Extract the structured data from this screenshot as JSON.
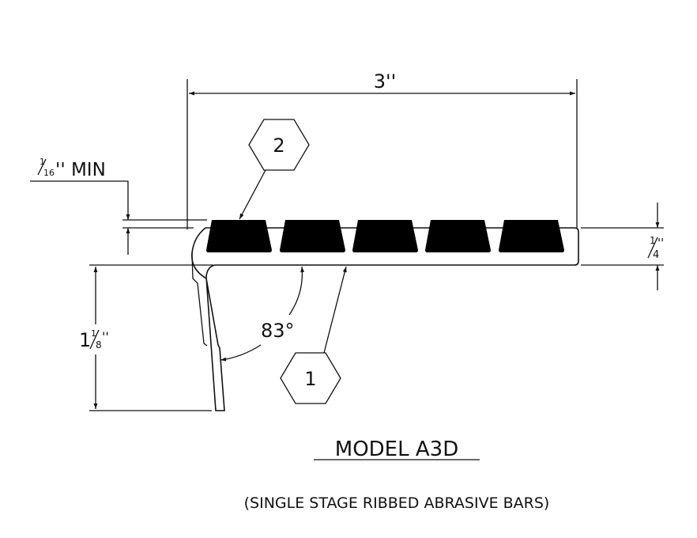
{
  "drawing": {
    "width_dim": "3''",
    "min_gap_dim": {
      "num": "1",
      "den": "16",
      "suffix": "'' MIN"
    },
    "thickness_dim": {
      "num": "1",
      "den": "4",
      "suffix": "''"
    },
    "nose_height_dim": {
      "whole": "1",
      "num": "1",
      "den": "8",
      "suffix": "''"
    },
    "angle": "83°",
    "callout_1": "1",
    "callout_2": "2",
    "bar_count": 5
  },
  "title": "MODEL A3D",
  "subtitle": "(SINGLE STAGE RIBBED ABRASIVE BARS)"
}
